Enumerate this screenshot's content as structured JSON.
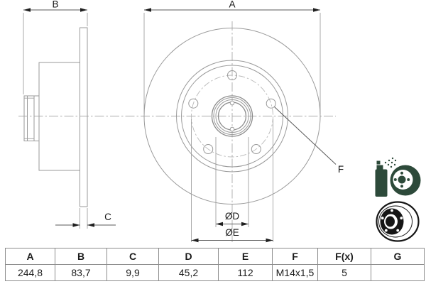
{
  "drawing": {
    "labels": {
      "a": "A",
      "b": "B",
      "c": "C",
      "d": "ØD",
      "e": "ØE",
      "f": "F"
    }
  },
  "spec_table": {
    "headers": [
      "A",
      "B",
      "C",
      "D",
      "E",
      "F",
      "F(x)",
      "G"
    ],
    "values": [
      "244,8",
      "83,7",
      "9,9",
      "45,2",
      "112",
      "M14x1,5",
      "5",
      ""
    ]
  },
  "icons": [
    {
      "name": "spray-coated-disc-icon"
    },
    {
      "name": "brake-disc-icon"
    }
  ],
  "colors": {
    "line": "#9a9a9a",
    "dimension": "#5a5a5a",
    "label_text": "#161616",
    "table_border": "#8c8c8c",
    "icon_green": "#2d4a3a",
    "icon_black": "#161616",
    "background": "#ffffff"
  }
}
